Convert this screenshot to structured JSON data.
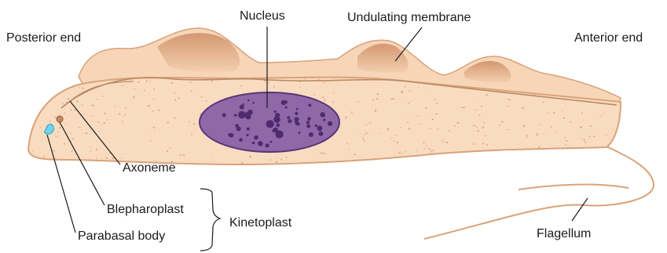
{
  "labels": {
    "posterior_end": "Posterior end",
    "nucleus": "Nucleus",
    "undulating_membrane": "Undulating membrane",
    "anterior_end": "Anterior end",
    "axoneme": "Axoneme",
    "blepharoplast": "Blepharoplast",
    "kinetoplast": "Kinetoplast",
    "parabasal_body": "Parabasal body",
    "flagellum": "Flagellum"
  },
  "colors": {
    "cell_fill": "#f9dcc0",
    "cell_outline": "#d9a27a",
    "membrane_fill": "#dca481",
    "speckle": "#d4956e",
    "nucleus_fill": "#8f68a8",
    "nucleus_outline": "#5a3478",
    "chromatin": "#4f2a6e",
    "parabasal_body": "#6fd3ef",
    "blepharoplast": "#c98a5e",
    "leader_line": "#1a1a1a"
  }
}
